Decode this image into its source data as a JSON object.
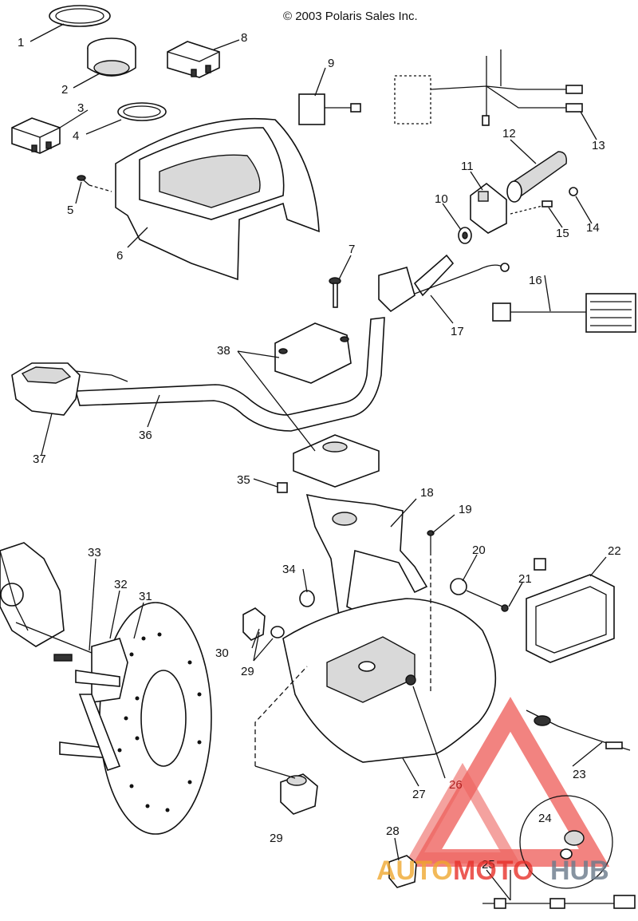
{
  "header": {
    "copyright": "© 2003 Polaris Sales Inc."
  },
  "callouts": [
    "1",
    "2",
    "3",
    "4",
    "5",
    "6",
    "7",
    "8",
    "9",
    "10",
    "11",
    "12",
    "13",
    "14",
    "15",
    "16",
    "17",
    "18",
    "19",
    "20",
    "21",
    "22",
    "23",
    "24",
    "25",
    "26",
    "27",
    "28",
    "29",
    "29",
    "30",
    "31",
    "32",
    "33",
    "34",
    "35",
    "36",
    "37",
    "38"
  ],
  "watermark": {
    "part1": "AUTO",
    "part2": "MOTO",
    "part3": "HUB",
    "color_red": "#e8312a",
    "color_gold": "#f0a830",
    "color_gray": "#6a7a8a"
  },
  "colors": {
    "line": "#111111",
    "fill_gray": "#d9d9d9"
  }
}
